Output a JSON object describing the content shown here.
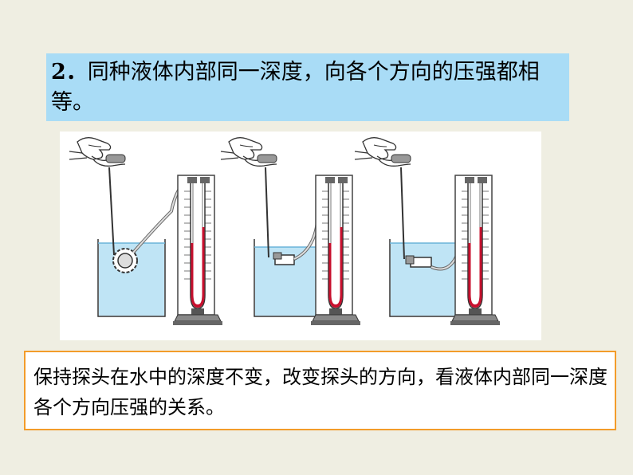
{
  "heading": {
    "number": "2．",
    "text": "同种液体内部同一深度，向各个方向的压强都相等。"
  },
  "caption": {
    "text": "保持探头在水中的深度不变，改变探头的方向，看液体内部同一深度各个方向压强的关系。"
  },
  "figure": {
    "liquid_color": "#c8102e",
    "water_color": "#bfe4f5"
  }
}
